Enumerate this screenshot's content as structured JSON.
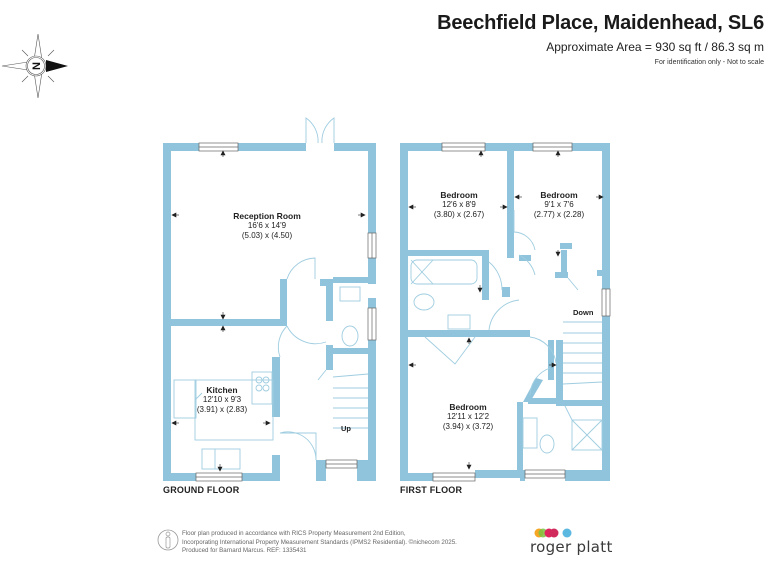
{
  "header": {
    "title": "Beechfield Place, Maidenhead, SL6",
    "area": "Approximate Area = 930 sq ft / 86.3 sq m",
    "note": "For identification only - Not to scale"
  },
  "compass": {
    "icon": "north-compass-icon",
    "letter": "N"
  },
  "colors": {
    "wall": "#8fc4dc",
    "fixture": "#b9dcea",
    "text": "#1a1a1a"
  },
  "ground_floor": {
    "label": "GROUND FLOOR",
    "rooms": [
      {
        "name": "Reception Room",
        "imperial": "16'6 x 14'9",
        "metric": "(5.03) x (4.50)"
      },
      {
        "name": "Kitchen",
        "imperial": "12'10 x 9'3",
        "metric": "(3.91) x (2.83)"
      }
    ],
    "stairs_label": "Up"
  },
  "first_floor": {
    "label": "FIRST FLOOR",
    "rooms": [
      {
        "name": "Bedroom",
        "imperial": "12'6 x 8'9",
        "metric": "(3.80) x (2.67)"
      },
      {
        "name": "Bedroom",
        "imperial": "9'1 x 7'6",
        "metric": "(2.77) x (2.28)"
      },
      {
        "name": "Bedroom",
        "imperial": "12'11 x 12'2",
        "metric": "(3.94) x (3.72)"
      }
    ],
    "stairs_label": "Down"
  },
  "footer": {
    "line1": "Floor plan produced in accordance with RICS Property Measurement 2nd Edition,",
    "line2": "Incorporating International Property Measurement Standards (IPMS2 Residential).   ©nichecom 2025.",
    "line3": "Produced for Barnard Marcus.   REF: 1335431"
  },
  "logo": {
    "brand": "roger platt",
    "dot_colors": [
      "#f5a623",
      "#7cc242",
      "#e0245e",
      "#d12a5c",
      "#5bb8e0"
    ]
  }
}
